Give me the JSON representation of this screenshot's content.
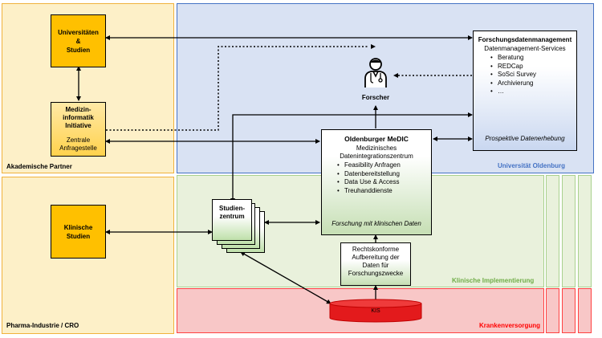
{
  "regions": {
    "akademische_partner": "Akademische Partner",
    "pharma": "Pharma-Industrie / CRO",
    "universitaet": "Universität Oldenburg",
    "klinische_implementierung": "Klinische Implementierung",
    "krankenversorgung": "Krankenversorgung"
  },
  "boxes": {
    "universitaeten": "Universitäten\n&\nStudien",
    "mii_title": "Medizin-\ninformatik\nInitiative",
    "mii_sub": "Zentrale\nAnfragestelle",
    "klinische_studien": "Klinische\nStudien",
    "studienzentrum": "Studien-\nzentrum",
    "forscher": "Forscher",
    "fdm_title": "Forschungsdatenmanagement",
    "fdm_sub": "Datenmanagement-Services",
    "fdm_items": [
      "Beratung",
      "REDCap",
      "SoSci Survey",
      "Archivierung",
      "…"
    ],
    "fdm_footer": "Prospektive Datenerhebung",
    "medic_title": "Oldenburger MeDIC",
    "medic_sub": "Medizinisches\nDatenintegrationszentrum",
    "medic_items": [
      "Feasibility Anfragen",
      "Datenbereitstellung",
      "Data Use & Access",
      "Treuhanddienste"
    ],
    "medic_footer": "Forschung mit klinischen Daten",
    "rechtskonform": "Rechtskonforme\nAufbereitung der\nDaten für\nForschungszwecke",
    "kis": "KIS"
  },
  "colors": {
    "academic_fill": "#fdf0c8",
    "academic_border": "#f0b23c",
    "uni_fill": "#d9e2f3",
    "uni_label": "#4472c4",
    "klin_fill": "#e9f1dc",
    "klin_label": "#70ad47",
    "kv_fill": "#f8c7c7",
    "kv_label": "#ff0000",
    "kis_fill": "#e31a1c"
  },
  "icons": {
    "forscher": "doctor-icon"
  }
}
